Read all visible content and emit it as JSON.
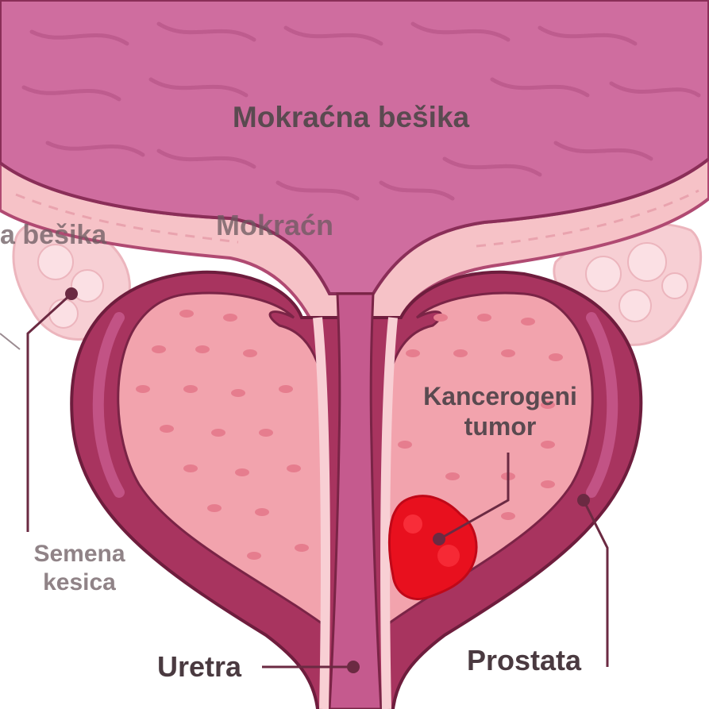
{
  "labels": {
    "bladder": "Mokraćna bešika",
    "bladder_ghost": "Mokraćn",
    "vesicle_ghost": "a bešika",
    "tumor_line1": "Kancerogeni",
    "tumor_line2": "tumor",
    "vesicle_line1": "Semena",
    "vesicle_line2": "kesica",
    "urethra": "Uretra",
    "prostate": "Prostata"
  },
  "colors": {
    "bladder": "#cf6d9f",
    "bladder_dark": "#b85587",
    "capsule": "#a8345f",
    "prostate_tissue": "#f2a3ad",
    "urethra": "#c55a8e",
    "tumor": "#e8101e",
    "leader": "#6b2a42",
    "vesicle": "#f7cfd4"
  }
}
